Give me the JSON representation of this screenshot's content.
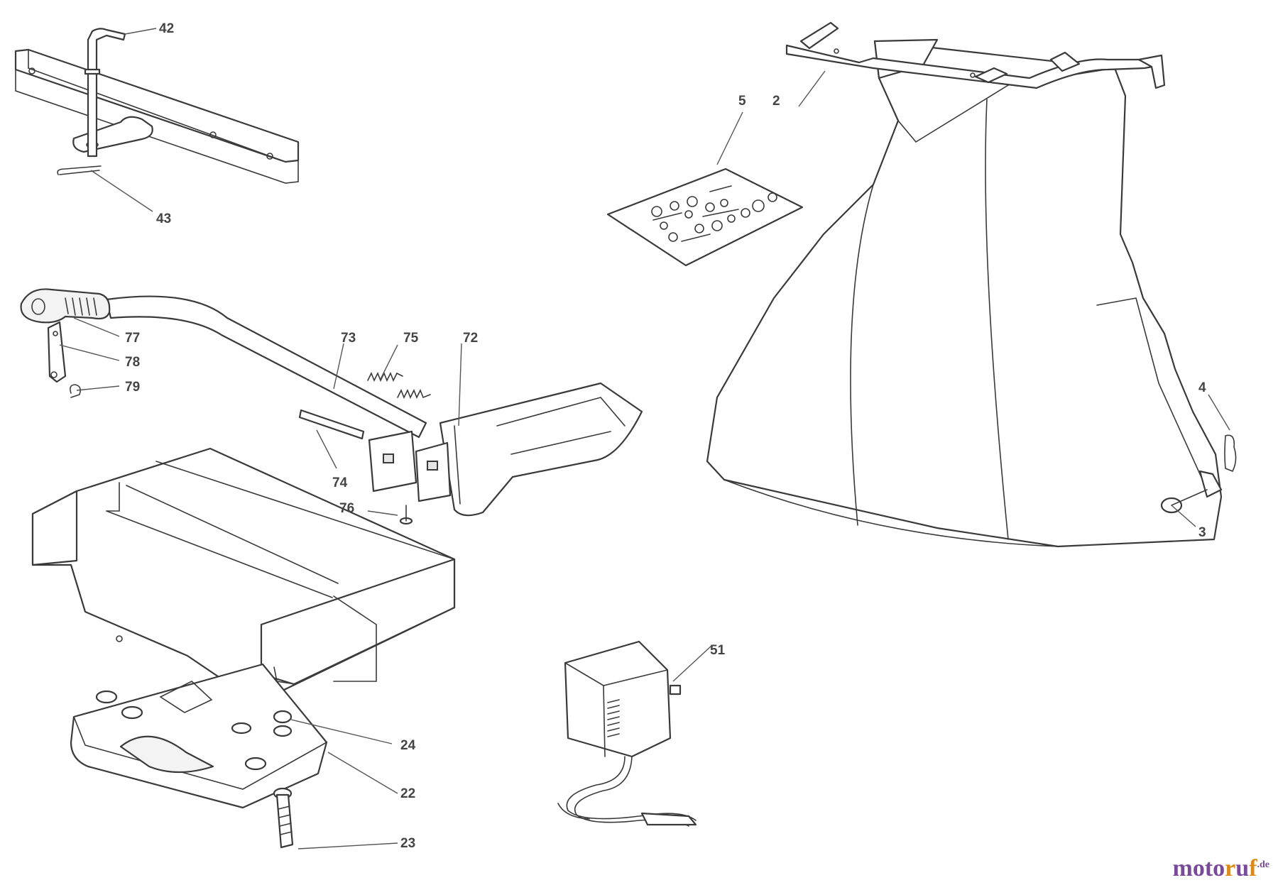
{
  "callouts": [
    {
      "id": "c42",
      "label": "42"
    },
    {
      "id": "c43",
      "label": "43"
    },
    {
      "id": "c5",
      "label": "5"
    },
    {
      "id": "c2",
      "label": "2"
    },
    {
      "id": "c77",
      "label": "77"
    },
    {
      "id": "c78",
      "label": "78"
    },
    {
      "id": "c79",
      "label": "79"
    },
    {
      "id": "c73",
      "label": "73"
    },
    {
      "id": "c75",
      "label": "75"
    },
    {
      "id": "c72",
      "label": "72"
    },
    {
      "id": "c74",
      "label": "74"
    },
    {
      "id": "c76",
      "label": "76"
    },
    {
      "id": "c4",
      "label": "4"
    },
    {
      "id": "c3",
      "label": "3"
    },
    {
      "id": "c51",
      "label": "51"
    },
    {
      "id": "c24",
      "label": "24"
    },
    {
      "id": "c22",
      "label": "22"
    },
    {
      "id": "c23",
      "label": "23"
    }
  ],
  "watermark": {
    "pre": "moto",
    "accent": "r",
    "post": "u",
    "accent2": "f",
    "tld": ".de"
  }
}
